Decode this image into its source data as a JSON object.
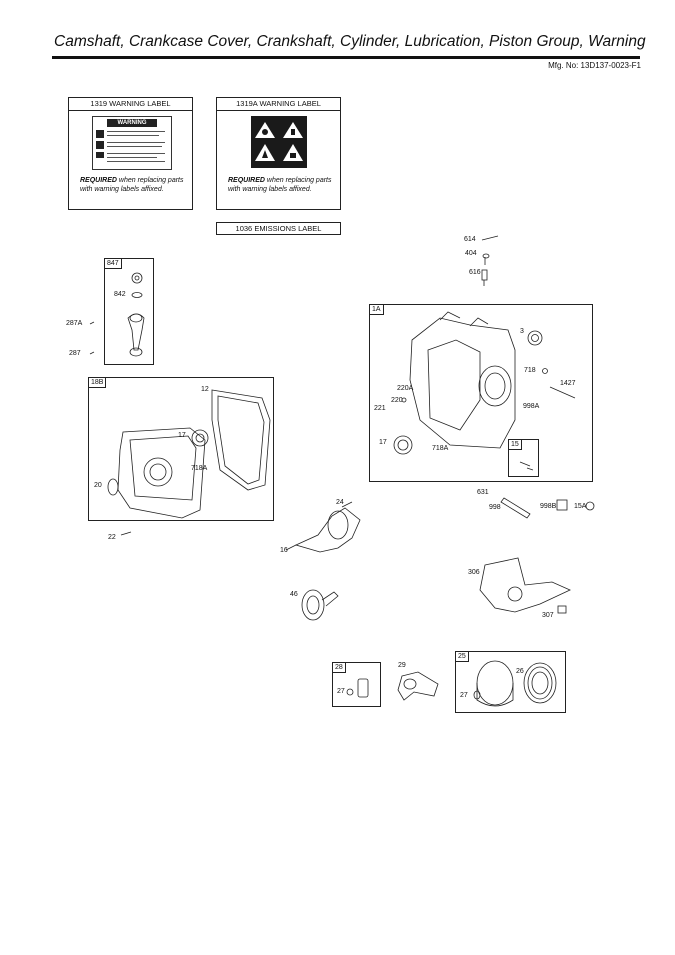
{
  "header": {
    "title": "Camshaft, Crankcase Cover, Crankshaft, Cylinder, Lubrication, Piston Group, Warning",
    "mfg_no": "Mfg. No: 13D137-0023-F1"
  },
  "labels_section": {
    "warning_label": {
      "title": "1319 WARNING LABEL",
      "sticker_heading": "WARNING",
      "req_bold": "REQUIRED",
      "req_rest": " when replacing parts with warning labels affixed."
    },
    "warning_label_a": {
      "title": "1319A WARNING LABEL",
      "req_bold": "REQUIRED",
      "req_rest": " when replacing parts with warning labels affixed."
    },
    "emissions_label": {
      "title": "1036 EMISSIONS LABEL"
    }
  },
  "groups": {
    "g847": "847",
    "g18b": "18B",
    "g1a": "1A",
    "g15": "15",
    "g28": "28",
    "g25": "25"
  },
  "callouts": {
    "c842": "842",
    "c287a": "287A",
    "c287": "287",
    "c12": "12",
    "c17_left": "17",
    "c718a_left": "718A",
    "c20": "20",
    "c22": "22",
    "c614": "614",
    "c404": "404",
    "c616": "616",
    "c3": "3",
    "c718": "718",
    "c1427": "1427",
    "c220a": "220A",
    "c220": "220",
    "c221": "221",
    "c998a": "998A",
    "c17_right": "17",
    "c718a_right": "718A",
    "c631": "631",
    "c998": "998",
    "c998b": "998B",
    "c15a": "15A",
    "c24": "24",
    "c16": "16",
    "c306": "306",
    "c307": "307",
    "c46": "46",
    "c27_a": "27",
    "c29": "29",
    "c27_b": "27",
    "c26": "26"
  }
}
